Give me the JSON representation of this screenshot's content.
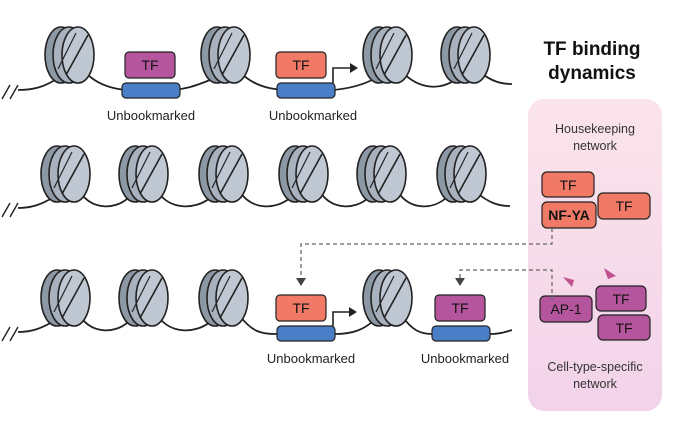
{
  "title": {
    "line1": "TF binding",
    "line2": "dynamics"
  },
  "panel": {
    "housekeeping": {
      "line1": "Housekeeping",
      "line2": "network"
    },
    "cell_type": {
      "line1": "Cell-type-specific",
      "line2": "network"
    },
    "boxes": {
      "tf": "TF",
      "nfya": "NF-YA",
      "ap1": "AP-1"
    }
  },
  "rows": [
    {
      "sites": [
        {
          "tf": "TF",
          "label": "Unbookmarked",
          "kind": "purple"
        },
        {
          "tf": "TF",
          "label": "Unbookmarked",
          "kind": "red"
        }
      ]
    },
    {
      "sites": []
    },
    {
      "sites": [
        {
          "tf": "TF",
          "label": "Unbookmarked",
          "kind": "red"
        },
        {
          "tf": "TF",
          "label": "Unbookmarked",
          "kind": "purple"
        }
      ]
    }
  ],
  "colors": {
    "tf_red": "#f07a66",
    "tf_purple": "#b5559e",
    "dna_site": "#4a7fc8",
    "nucleosome": "#aeb8c4",
    "panel_top": "#fbe4ea",
    "panel_bottom": "#f2d3ea",
    "arrow_head_pink": "#c0508e",
    "dashed": "#666666"
  }
}
